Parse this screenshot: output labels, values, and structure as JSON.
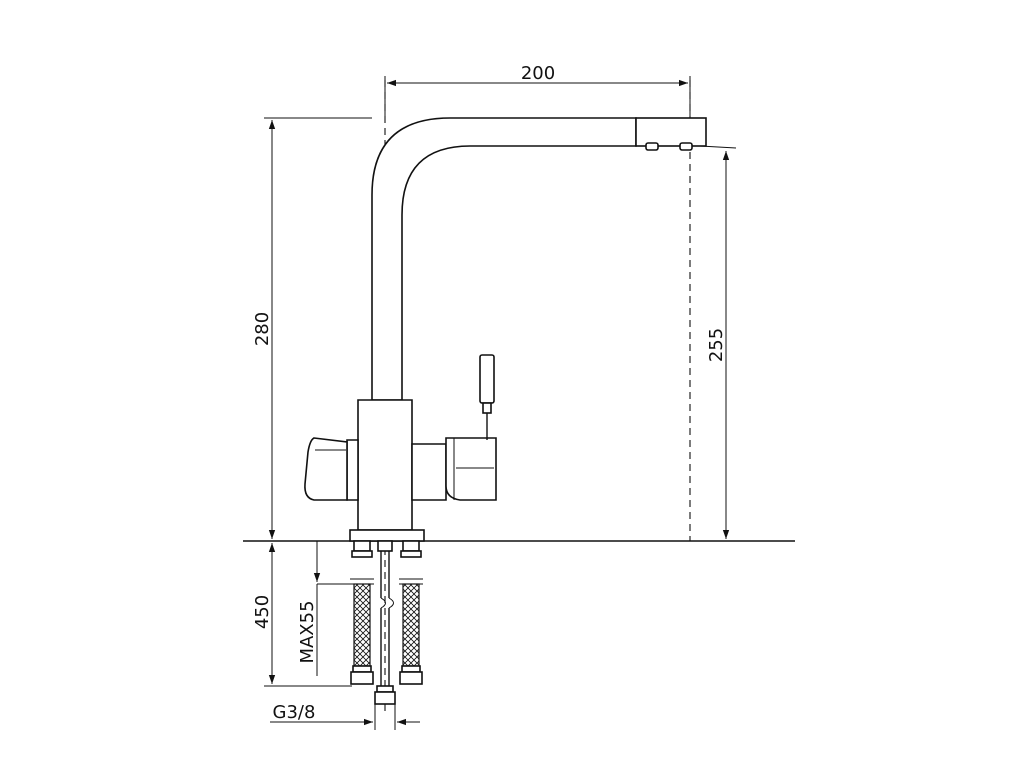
{
  "dimensions": {
    "spout_reach": "200",
    "overall_height": "280",
    "spout_height": "255",
    "hose_length": "450",
    "max_thickness": "MAX55",
    "thread": "G3/8"
  },
  "colors": {
    "line": "#111111",
    "background": "#ffffff"
  }
}
